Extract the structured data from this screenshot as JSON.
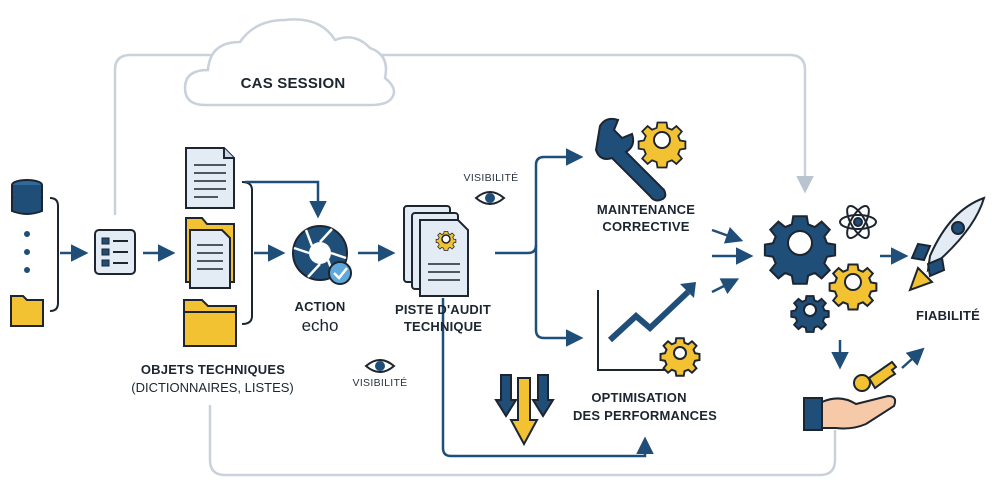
{
  "diagram": {
    "cloud_label": "CAS SESSION",
    "objects_label_line1": "OBJETS TECHNIQUES",
    "objects_label_line2": "(DICTIONNAIRES, LISTES)",
    "action_label_line1": "ACTION",
    "action_label_line2": "echo",
    "audit_label_line1": "PISTE D'AUDIT",
    "audit_label_line2": "TECHNIQUE",
    "visibility_top": "VISIBILITÉ",
    "visibility_bottom": "VISIBILITÉ",
    "maintenance_line1": "MAINTENANCE",
    "maintenance_line2": "CORRECTIVE",
    "optimisation_line1": "OPTIMISATION",
    "optimisation_line2": "DES PERFORMANCES",
    "reliability_label": "FIABILITÉ"
  },
  "colors": {
    "navy": "#1f4e79",
    "stroke": "#1c2530",
    "gold": "#f2c233",
    "pale_blue": "#e3ecf5",
    "mid_blue": "#2f6a9c",
    "skin": "#f6c9a8",
    "grey_line": "#c9d1da"
  },
  "icons": [
    "database-icon",
    "folder-icon",
    "checklist-icon",
    "document-icon",
    "shutter-check-icon",
    "audit-document-stack-icon",
    "eye-icon",
    "wrench-gear-icon",
    "trend-chart-gear-icon",
    "down-arrows-icon",
    "gears-cluster-icon",
    "atom-icon",
    "key-hand-icon",
    "rocket-icon"
  ]
}
